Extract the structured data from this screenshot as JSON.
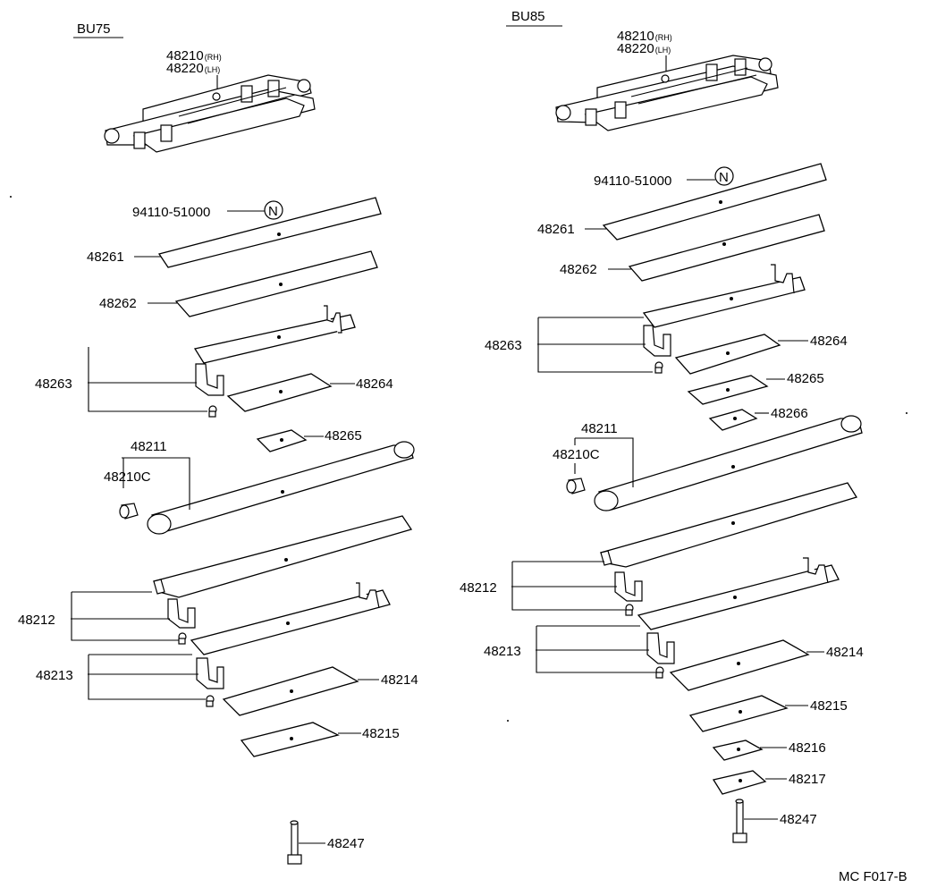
{
  "left": {
    "model": "BU75",
    "assembly_rh": "48210",
    "assembly_rh_suffix": "(RH)",
    "assembly_lh": "48220",
    "assembly_lh_suffix": "(LH)",
    "parts": {
      "p94110": "94110-51000",
      "p48261": "48261",
      "p48262": "48262",
      "p48263": "48263",
      "p48264": "48264",
      "p48265": "48265",
      "p48211": "48211",
      "p48210c": "48210C",
      "p48212": "48212",
      "p48213": "48213",
      "p48214": "48214",
      "p48215": "48215",
      "p48247": "48247"
    }
  },
  "right": {
    "model": "BU85",
    "assembly_rh": "48210",
    "assembly_rh_suffix": "(RH)",
    "assembly_lh": "48220",
    "assembly_lh_suffix": "(LH)",
    "parts": {
      "p94110": "94110-51000",
      "p48261": "48261",
      "p48262": "48262",
      "p48263": "48263",
      "p48264": "48264",
      "p48265": "48265",
      "p48266": "48266",
      "p48211": "48211",
      "p48210c": "48210C",
      "p48212": "48212",
      "p48213": "48213",
      "p48214": "48214",
      "p48215": "48215",
      "p48216": "48216",
      "p48217": "48217",
      "p48247": "48247"
    }
  },
  "new_part_symbol": "N",
  "figure_code": "MC F017-B"
}
